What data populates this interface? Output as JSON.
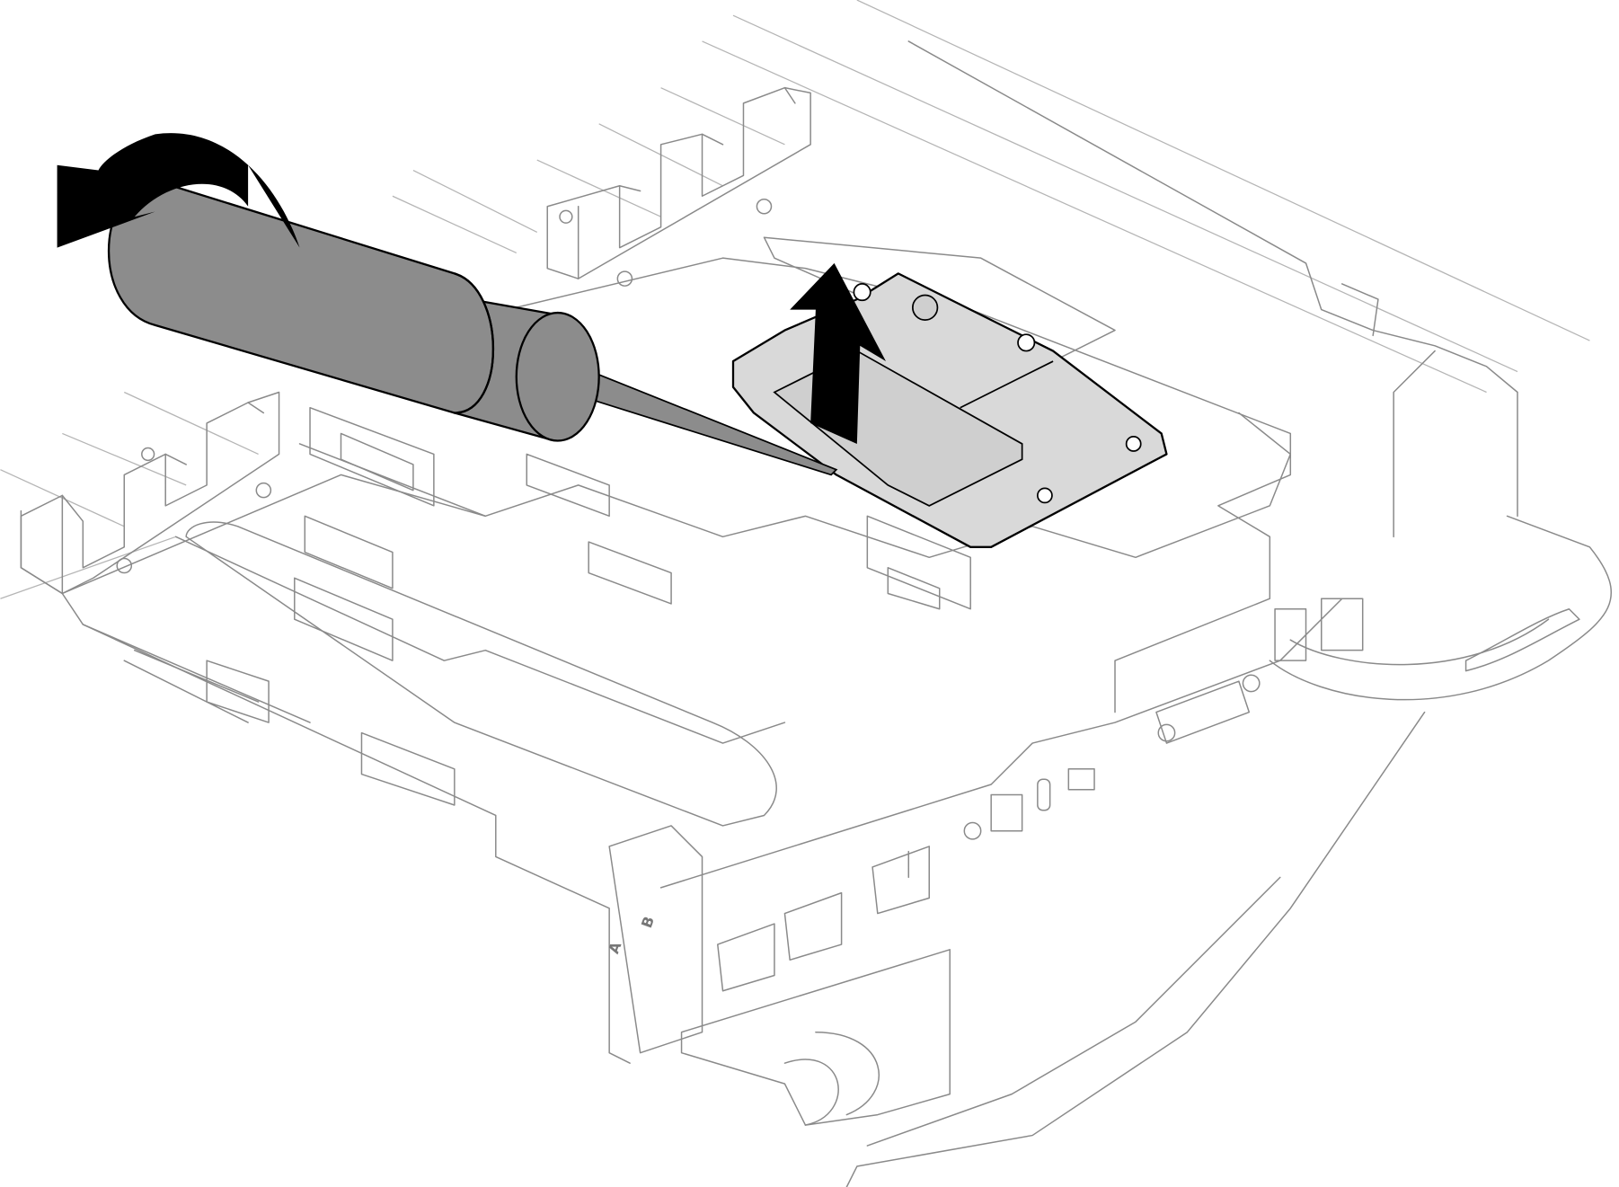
{
  "diagram": {
    "subject": "",
    "labels": {
      "port_a": "A",
      "port_b": "B"
    },
    "colors": {
      "tool": "#8c8c8c",
      "module": "#d9d9d9",
      "arrow": "#000000",
      "outline": "#8a8a8a"
    },
    "icons": {
      "rotate": "curved-arrow-counterclockwise",
      "lift": "arrow-up"
    }
  }
}
